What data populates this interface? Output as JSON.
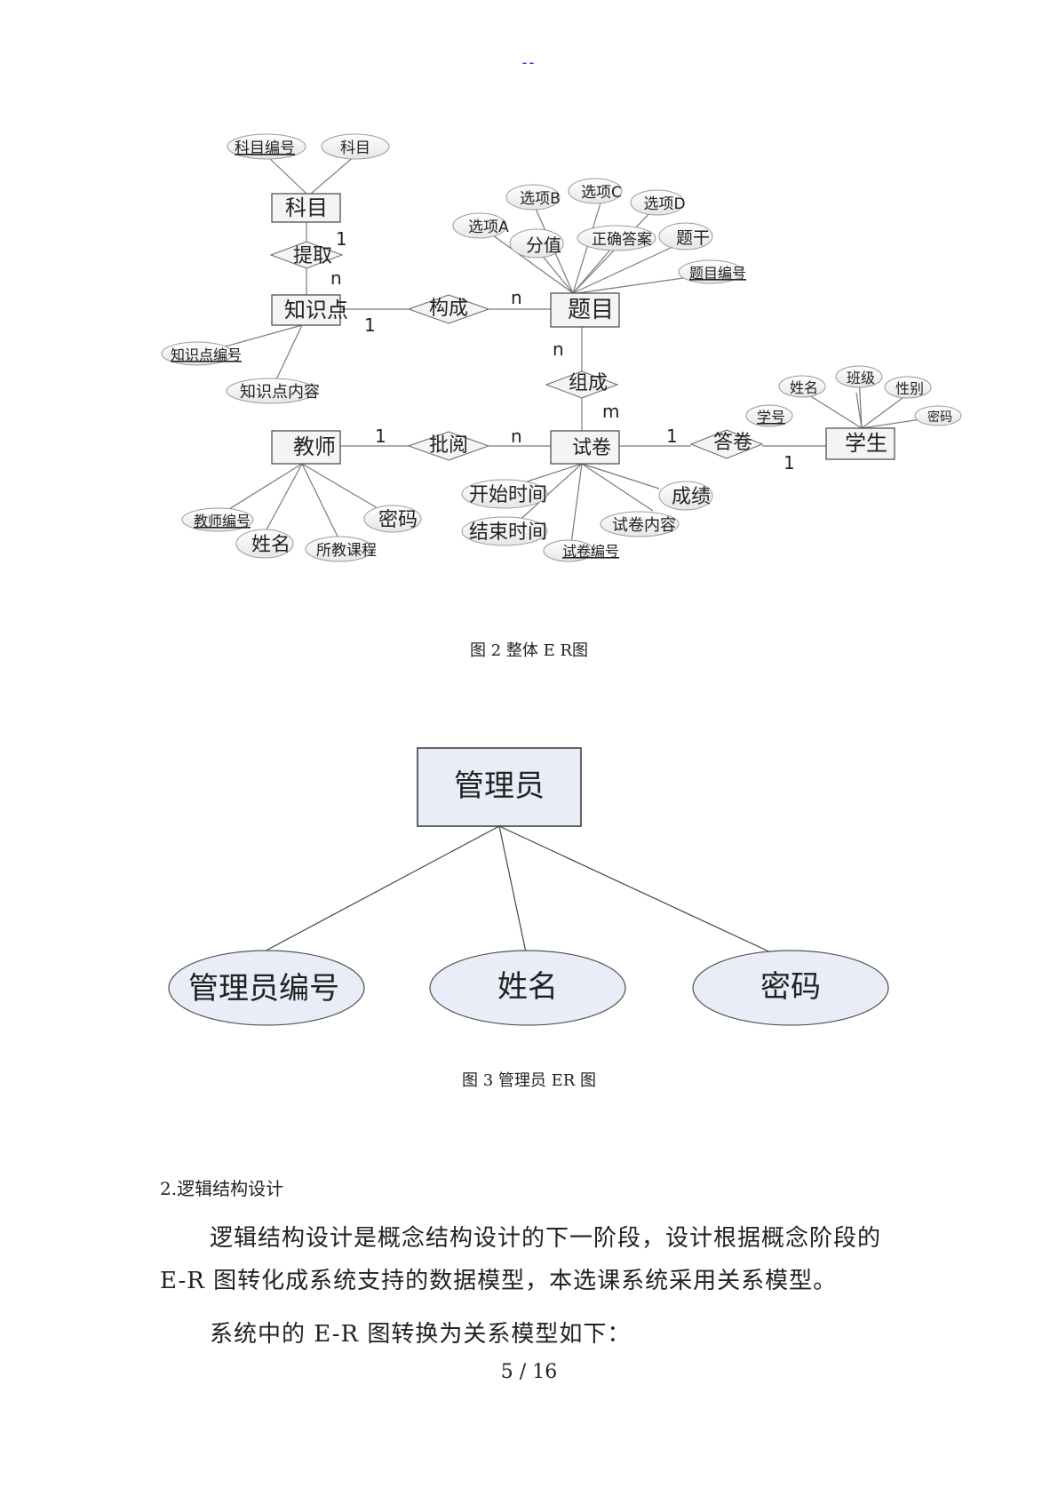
{
  "header": {
    "mark": "--"
  },
  "figure2": {
    "caption": "图 2 整体 E R图",
    "entities": {
      "subject": "科目",
      "knowledge": "知识点",
      "question": "题目",
      "teacher": "教师",
      "paper": "试卷",
      "student": "学生"
    },
    "relations": {
      "extract": "提取",
      "compose": "构成",
      "form": "组成",
      "review": "批阅",
      "answer": "答卷"
    },
    "attributes": {
      "subject_id": "科目编号",
      "subject_name": "科目",
      "option_a": "选项A",
      "option_b": "选项B",
      "option_c": "选项C",
      "option_d": "选项D",
      "score": "分值",
      "correct_answer": "正确答案",
      "stem": "题干",
      "question_id": "题目编号",
      "knowledge_id": "知识点编号",
      "knowledge_content": "知识点内容",
      "teacher_id": "教师编号",
      "teacher_name": "姓名",
      "course": "所教课程",
      "teacher_password": "密码",
      "start_time": "开始时间",
      "end_time": "结束时间",
      "paper_id": "试卷编号",
      "grade": "成绩",
      "paper_content": "试卷内容",
      "student_name": "姓名",
      "class": "班级",
      "gender": "性别",
      "student_id": "学号",
      "student_password": "密码"
    },
    "cardinalities": {
      "extract_subject": "1",
      "extract_knowledge": "n",
      "compose_knowledge": "1",
      "compose_question": "n",
      "form_question": "n",
      "form_paper": "m",
      "review_teacher": "1",
      "review_paper": "n",
      "answer_paper": "1",
      "answer_student": "1"
    }
  },
  "figure3": {
    "caption": "图 3 管理员 ER 图",
    "entity": "管理员",
    "attributes": [
      "管理员编号",
      "姓名",
      "密码"
    ],
    "fill_color": "#e9edf8"
  },
  "section": {
    "heading": "2.逻辑结构设计",
    "paragraphs": [
      "逻辑结构设计是概念结构设计的下一阶段，设计根据概念阶段的E-R 图转化成系统支持的数据模型，本选课系统采用关系模型。",
      "系统中的 E-R 图转换为关系模型如下："
    ]
  },
  "footer": {
    "page_number": "5 / 16"
  }
}
